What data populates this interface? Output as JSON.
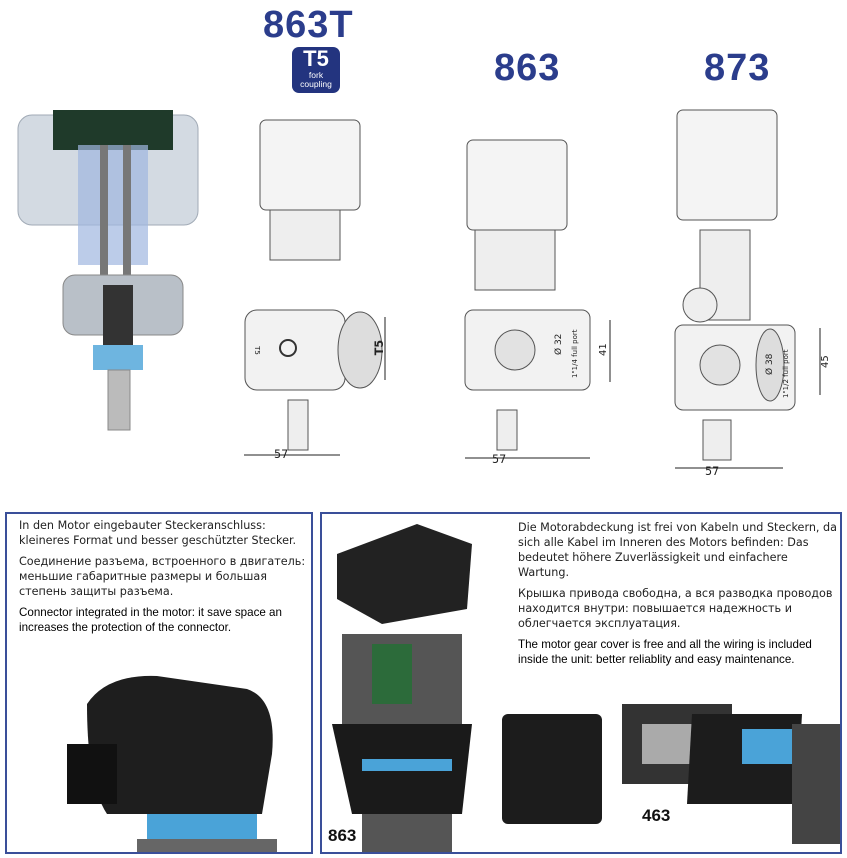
{
  "header": {
    "models": [
      {
        "name": "863T",
        "dims": {
          "width": "57",
          "port": "T5"
        }
      },
      {
        "name": "863",
        "dims": {
          "width": "57",
          "diameter": "Ø 32",
          "port": "1\"1/4 full port",
          "height": "41"
        }
      },
      {
        "name": "873",
        "dims": {
          "width": "57",
          "diameter": "Ø 38",
          "port": "1\"1/2 full port",
          "height": "45"
        }
      }
    ],
    "badge": {
      "code": "T5",
      "line1": "fork",
      "line2": "coupling"
    },
    "body_label": "T5"
  },
  "left_panel": {
    "de": "In den Motor eingebauter Steckeranschluss: kleineres Format und besser geschützter Stecker.",
    "ru": "Соединение разъема, встроенного в двигатель: меньшие габаритные размеры и большая степень защиты разъема.",
    "en": "Connector integrated in the motor: it save space an increases the protection of the connector."
  },
  "right_panel": {
    "de": "Die Motorabdeckung ist frei von Kabeln und Steckern, da sich alle Kabel im Inneren des Motors befinden: Das bedeutet höhere Zuverlässigkeit und einfachere Wartung.",
    "ru": "Крышка привода свободна, а вся разводка проводов находится внутри: повышается надежность и облегчается эксплуатация.",
    "en": "The motor gear cover is free and all the wiring is included inside the unit: better reliablity and easy maintenance.",
    "photo_labels": [
      "863",
      "463"
    ]
  },
  "colors": {
    "brand": "#2b3d8c",
    "border": "#3a4f99",
    "accent_blue": "#4aa3d8"
  }
}
